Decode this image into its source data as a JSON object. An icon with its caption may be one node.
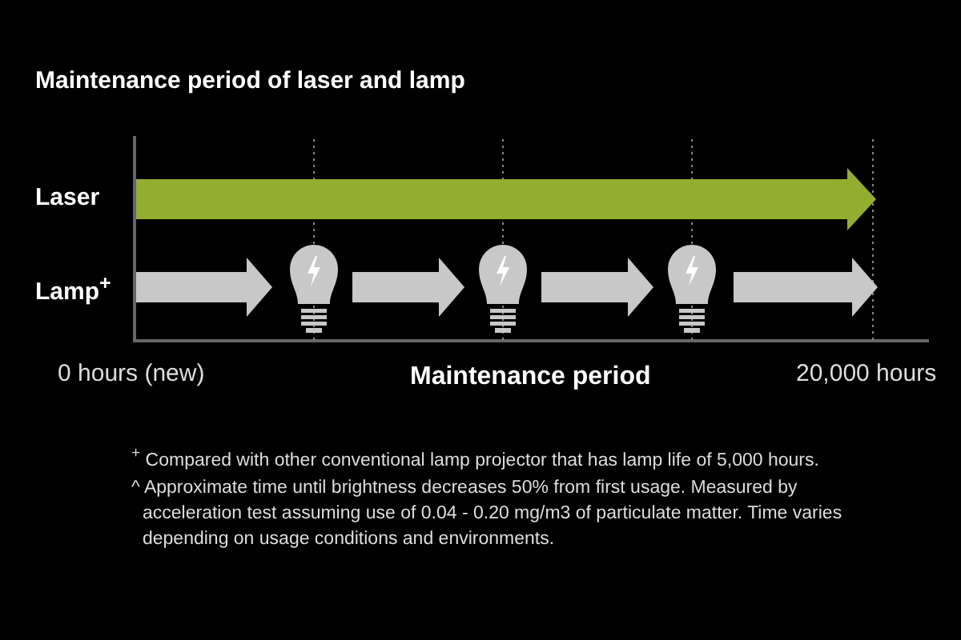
{
  "diagram": {
    "title": "Maintenance period of laser and lamp",
    "labels": [
      "Laser",
      "Lamp$^{+}$",
      "0 hours (new)",
      "Maintenance period",
      "20,000 hours",
      "$^{+}$ Compared with other conventional lamp projector that has lamp life of 5,000 hours.",
      "^ Approximate time until brightness decreases 50% from first usage. Measured by acceleration test assuming use of 0.04 - 0.20 mg/m3 of particulate matter. Time varies depending on usage conditions and environments."
    ]
  }
}
